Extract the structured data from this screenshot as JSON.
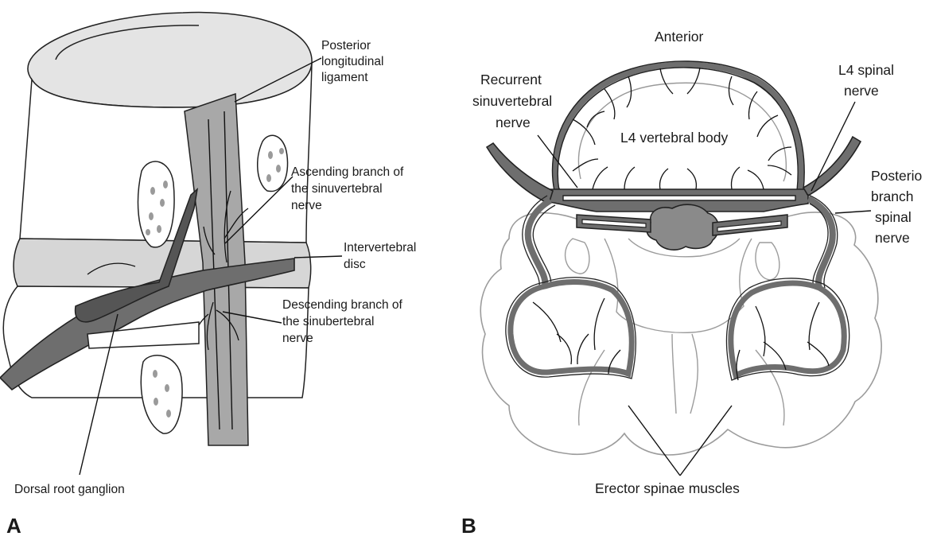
{
  "panel_a": {
    "letter": "A",
    "labels": {
      "posterior_longitudinal_ligament": [
        "Posterior",
        "longitudinal",
        "ligament"
      ],
      "ascending_branch": [
        "Ascending branch of",
        "the sinuvertebral",
        "nerve"
      ],
      "intervertebral_disc": [
        "Intervertebral",
        "disc"
      ],
      "descending_branch": [
        "Descending branch of",
        "the sinubertebral",
        "nerve"
      ],
      "dorsal_root_ganglion": "Dorsal root ganglion"
    }
  },
  "panel_b": {
    "letter": "B",
    "labels": {
      "anterior": "Anterior",
      "recurrent_sinuvertebral_nerve": [
        "Recurrent",
        "sinuvertebral",
        "nerve"
      ],
      "l4_vertebral_body": "L4 vertebral body",
      "l4_spinal_nerve": [
        "L4 spinal",
        "nerve"
      ],
      "posterior_branch": [
        "Posterio",
        "branch",
        "spinal",
        "nerve"
      ],
      "erector_spinae_muscles": "Erector spinae muscles"
    }
  }
}
